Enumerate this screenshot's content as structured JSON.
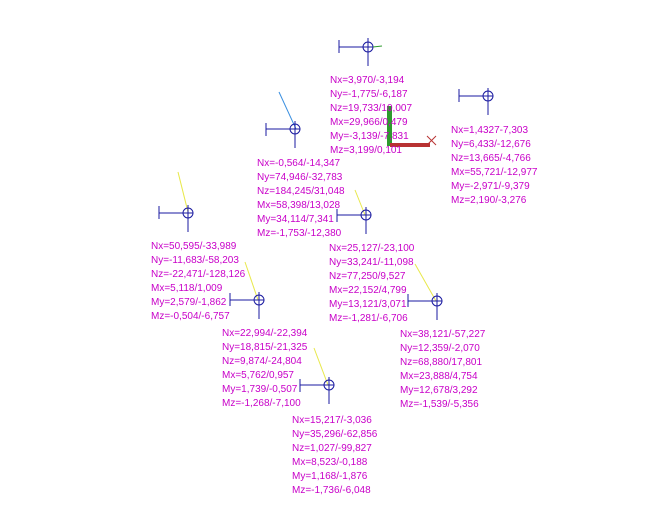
{
  "colors": {
    "text": "#c800c8",
    "symbol": "#1a1aa0",
    "member": "#e8e84a",
    "member_alt": "#3a8fe0",
    "axis_x": "#b83232",
    "axis_y": "#2e9a2e",
    "axis_z": "#2e9a2e"
  },
  "nodes": [
    {
      "id": "n1",
      "lines": [
        "Nx=3,970/-3,194",
        "Ny=-1,775/-6,187",
        "Nz=19,733/10,007",
        "Mx=29,966/0,479",
        "My=-3,139/-7,831",
        "Mz=3,199/0,101"
      ]
    },
    {
      "id": "n2",
      "lines": [
        "Nx=1,4327-7,303",
        "Ny=6,433/-12,676",
        "Nz=13,665/-4,766",
        "Mx=55,721/-12,977",
        "My=-2,971/-9,379",
        "Mz=2,190/-3,276"
      ]
    },
    {
      "id": "n3",
      "lines": [
        "Nx=-0,564/-14,347",
        "Ny=74,946/-32,783",
        "Nz=184,245/31,048",
        "Mx=58,398/13,028",
        "My=34,114/7,341",
        "Mz=-1,753/-12,380"
      ]
    },
    {
      "id": "n4",
      "lines": [
        "Nx=25,127/-23,100",
        "Ny=33,241/-11,098",
        "Nz=77,250/9,527",
        "Mx=22,152/4,799",
        "My=13,121/3,071",
        "Mz=-1,281/-6,706"
      ]
    },
    {
      "id": "n5",
      "lines": [
        "Nx=50,595/-33,989",
        "Ny=-11,683/-58,203",
        "Nz=-22,471/-128,126",
        "Mx=5,118/1,009",
        "My=2,579/-1,862",
        "Mz=-0,504/-6,757"
      ]
    },
    {
      "id": "n6",
      "lines": [
        "Nx=22,994/-22,394",
        "Ny=18,815/-21,325",
        "Nz=9,874/-24,804",
        "Mx=5,762/0,957",
        "My=1,739/-0,507",
        "Mz=-1,268/-7,100"
      ]
    },
    {
      "id": "n7",
      "lines": [
        "Nx=38,121/-57,227",
        "Ny=12,359/-2,070",
        "Nz=68,880/17,801",
        "Mx=23,888/4,754",
        "My=12,678/3,292",
        "Mz=-1,539/-5,356"
      ]
    },
    {
      "id": "n8",
      "lines": [
        "Nx=15,217/-3,036",
        "Ny=35,296/-62,856",
        "Nz=1,027/-99,827",
        "Mx=8,523/-0,188",
        "My=1,168/-1,876",
        "Mz=-1,736/-6,048"
      ]
    }
  ]
}
